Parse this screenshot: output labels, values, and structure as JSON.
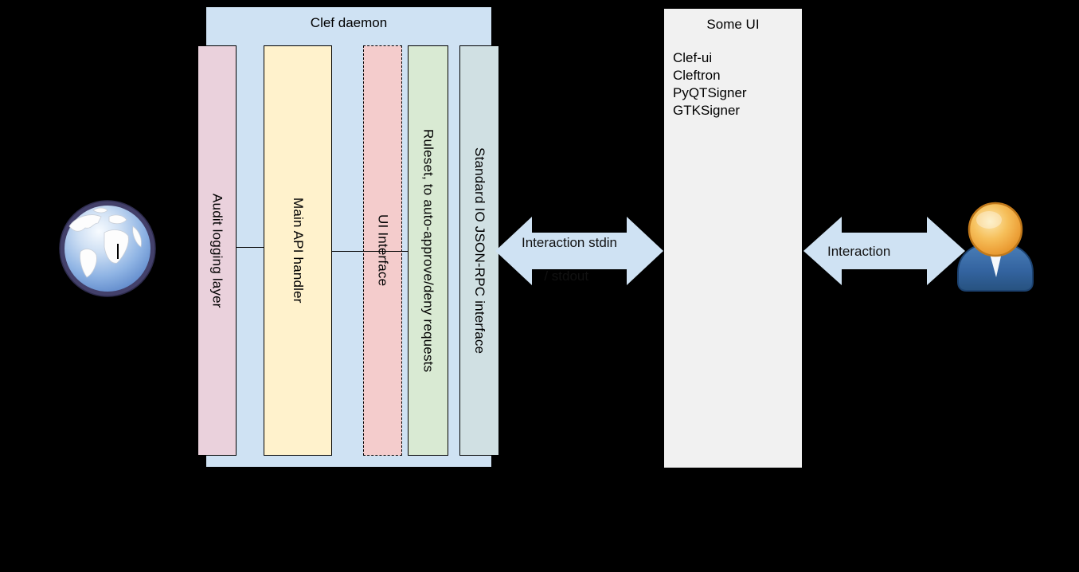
{
  "background_color": "#000000",
  "clef_daemon": {
    "title": "Clef daemon",
    "box_color": "#cfe2f3",
    "bars": [
      {
        "label": "Audit logging layer",
        "color": "#ead1dc",
        "border_style": "solid"
      },
      {
        "label": "Main API handler",
        "color": "#fff2cc",
        "border_style": "solid"
      },
      {
        "label": "UI Interface",
        "color": "#f4cccc",
        "border_style": "dashed"
      },
      {
        "label": "Ruleset, to auto-approve/deny requests",
        "color": "#d9ead3",
        "border_style": "solid"
      },
      {
        "label": "Standard IO JSON-RPC interface",
        "color": "#d0e0e3",
        "border_style": "solid"
      }
    ]
  },
  "arrows": {
    "stdio_arrow": {
      "label_line1": "Interaction stdin",
      "label_line2": "/ stdout",
      "color": "#cfe2f3",
      "direction": "double-headed"
    },
    "user_arrow": {
      "label": "Interaction",
      "color": "#cfe2f3",
      "direction": "double-headed"
    }
  },
  "some_ui": {
    "title": "Some UI",
    "box_color": "#f1f1f1",
    "items": [
      "Clef-ui",
      "Cleftron",
      "PyQTSigner",
      "GTKSigner"
    ]
  },
  "icons": {
    "left": "globe-icon",
    "right": "user-icon"
  }
}
